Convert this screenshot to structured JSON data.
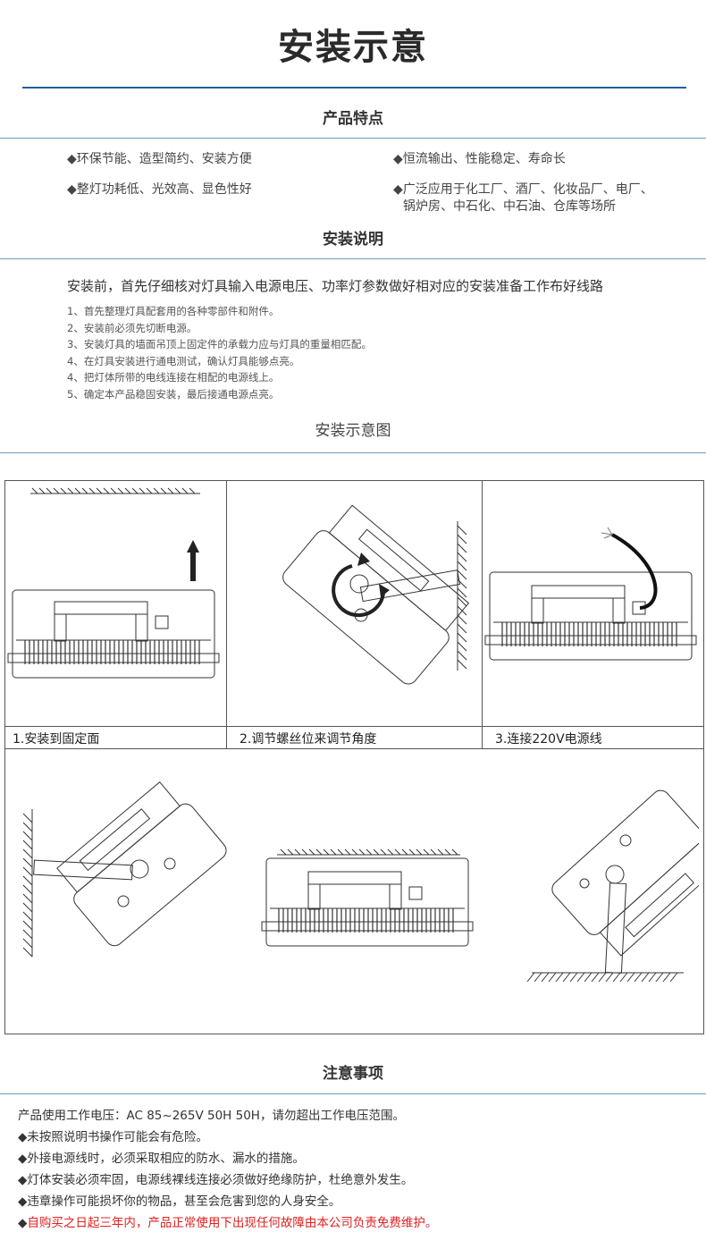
{
  "title": "安装示意",
  "features": {
    "heading": "产品特点",
    "items": [
      "◆环保节能、造型简约、安装方便",
      "◆恒流输出、性能稳定、寿命长",
      "◆整灯功耗低、光效高、显色性好",
      "◆广泛应用于化工厂、酒厂、化妆品厂、电厂、",
      "锅炉房、中石化、中石油、仓库等场所"
    ]
  },
  "install": {
    "heading": "安装说明",
    "intro": "安装前，首先仔细核对灯具输入电源电压、功率灯参数做好相对应的安装准备工作布好线路",
    "steps": [
      "1、首先整理灯具配套用的各种零部件和附件。",
      "2、安装前必须先切断电源。",
      "3、安装灯具的墙面吊顶上固定件的承载力应与灯具的重量相匹配。",
      "4、在灯具安装进行通电测试，确认灯具能够点亮。",
      "4、把灯体所带的电线连接在相配的电源线上。",
      "5、确定本产品稳固安装，最后接通电源点亮。"
    ]
  },
  "diagram": {
    "heading": "安装示意图",
    "captions": [
      "1.安装到固定面",
      "2.调节螺丝位来调节角度",
      "3.连接220V电源线"
    ]
  },
  "notes": {
    "heading": "注意事项",
    "items": [
      "产品使用工作电压：AC 85~265V 50H 50H，请勿超出工作电压范围。",
      "◆未按照说明书操作可能会有危险。",
      "◆外接电源线时，必须采取相应的防水、漏水的措施。",
      "◆灯体安装必须牢固，电源线裸线连接必须做好绝缘防护，杜绝意外发生。",
      "◆违章操作可能损坏你的物品，甚至会危害到您的人身安全。"
    ],
    "warning_bullet": "◆",
    "warning": "自购买之日起三年内，产品正常使用下出现任何故障由本公司负责免费维护。"
  }
}
